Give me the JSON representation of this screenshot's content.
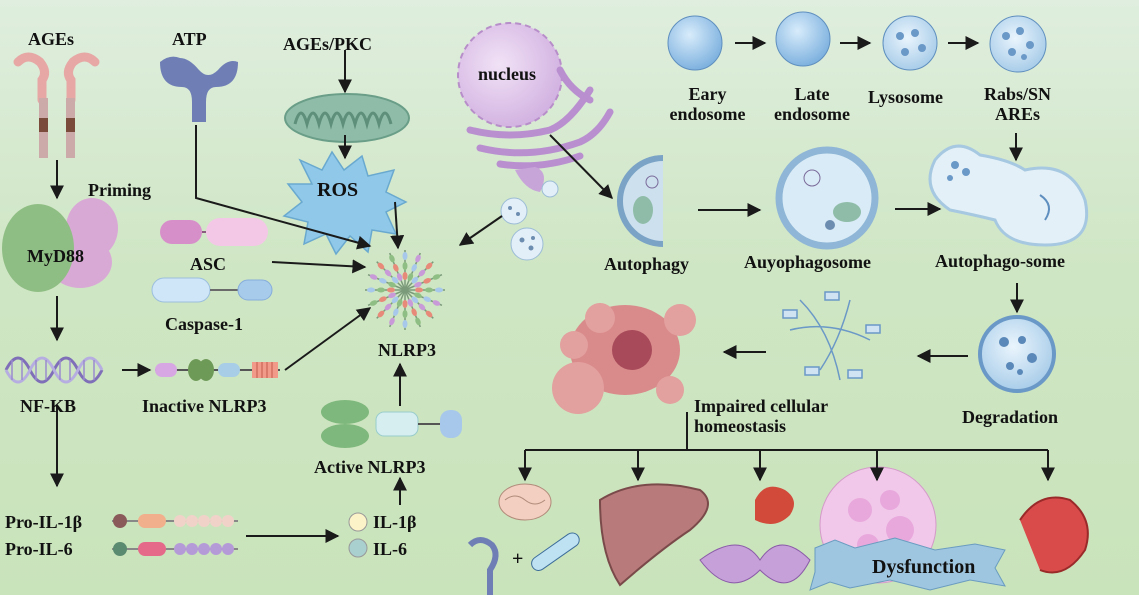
{
  "labels": {
    "ages": "AGEs",
    "atp": "ATP",
    "ages_pkc": "AGEs/PKC",
    "ros": "ROS",
    "nucleus": "nucleus",
    "priming": "Priming",
    "myd88": "MyD88",
    "asc": "ASC",
    "caspase1": "Caspase-1",
    "nfkb": "NF-KB",
    "inactive_nlrp3": "Inactive NLRP3",
    "nlrp3": "NLRP3",
    "active_nlrp3": "Active NLRP3",
    "pro_il1b": "Pro-IL-1β",
    "pro_il6": "Pro-IL-6",
    "il1b": "IL-1β",
    "il6": "IL-6",
    "early_endosome": "Eary endosome",
    "late_endosome": "Late endosome",
    "lysosome": "Lysosome",
    "rabs_sn": "Rabs/SN AREs",
    "autophagy": "Autophagy",
    "autophagosome": "Auyophagosome",
    "autophago_some": "Autophago-some",
    "degradation": "Degradation",
    "impaired": "Impaired cellular homeostasis",
    "dysfunction": "Dysfunction",
    "plus": "+"
  },
  "colors": {
    "background": "#d4e9cb",
    "arrow": "#1a1a1a",
    "vesicle_blue": "#9ec6ea",
    "nucleus_purple": "#e2c8ec",
    "mito_green": "#8fbca8",
    "ros_blue": "#8fc8e8",
    "cell_pink": "#d98b8b"
  }
}
